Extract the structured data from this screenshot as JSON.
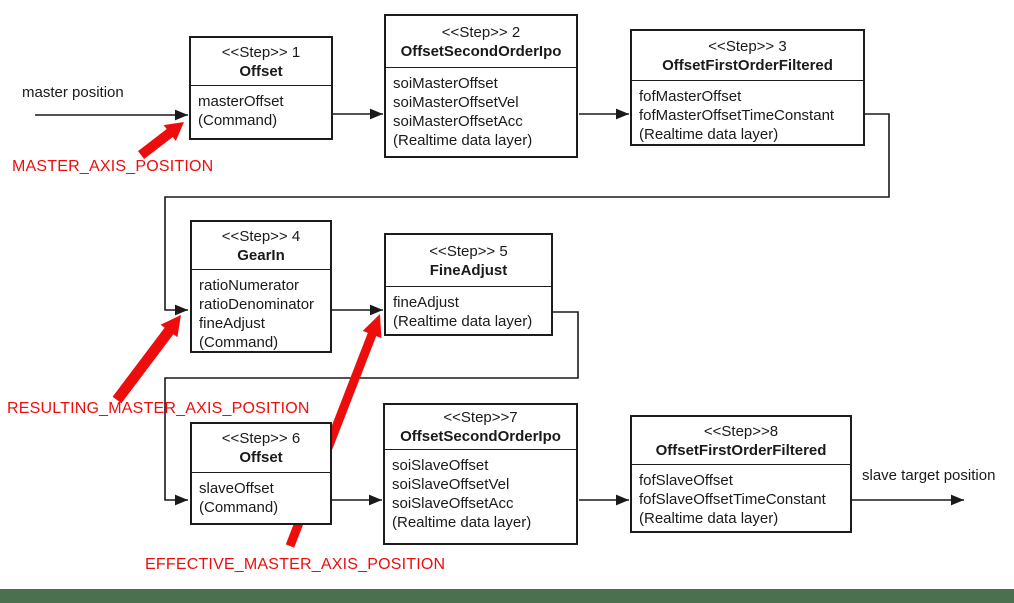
{
  "diagram": {
    "steps": [
      {
        "stereotype": "<<Step>> 1",
        "name": "Offset",
        "lines": [
          "masterOffset",
          "(Command)"
        ]
      },
      {
        "stereotype": "<<Step>> 2",
        "name": "OffsetSecondOrderIpo",
        "lines": [
          "soiMasterOffset",
          "soiMasterOffsetVel",
          "soiMasterOffsetAcc",
          "(Realtime data layer)"
        ]
      },
      {
        "stereotype": "<<Step>> 3",
        "name": "OffsetFirstOrderFiltered",
        "lines": [
          "fofMasterOffset",
          "fofMasterOffsetTimeConstant",
          "(Realtime data layer)"
        ]
      },
      {
        "stereotype": "<<Step>> 4",
        "name": "GearIn",
        "lines": [
          "ratioNumerator",
          "ratioDenominator",
          "fineAdjust",
          "(Command)"
        ]
      },
      {
        "stereotype": "<<Step>> 5",
        "name": "FineAdjust",
        "lines": [
          "fineAdjust",
          "(Realtime data layer)"
        ]
      },
      {
        "stereotype": "<<Step>> 6",
        "name": "Offset",
        "lines": [
          "slaveOffset",
          "(Command)"
        ]
      },
      {
        "stereotype": "<<Step>>7",
        "name": "OffsetSecondOrderIpo",
        "lines": [
          "soiSlaveOffset",
          "soiSlaveOffsetVel",
          "soiSlaveOffsetAcc",
          "(Realtime data layer)"
        ]
      },
      {
        "stereotype": "<<Step>>8",
        "name": "OffsetFirstOrderFiltered",
        "lines": [
          "fofSlaveOffset",
          "fofSlaveOffsetTimeConstant",
          "(Realtime data layer)"
        ]
      }
    ],
    "io_labels": {
      "input": "master position",
      "output": "slave target position"
    },
    "annotations": [
      {
        "label": "MASTER_AXIS_POSITION"
      },
      {
        "label": "RESULTING_MASTER_AXIS_POSITION"
      },
      {
        "label": "EFFECTIVE_MASTER_AXIS_POSITION"
      }
    ],
    "colors": {
      "annotation_red": "#ee0d0d",
      "line_black": "#1a1a1a",
      "footer_green": "#4a7050"
    }
  }
}
